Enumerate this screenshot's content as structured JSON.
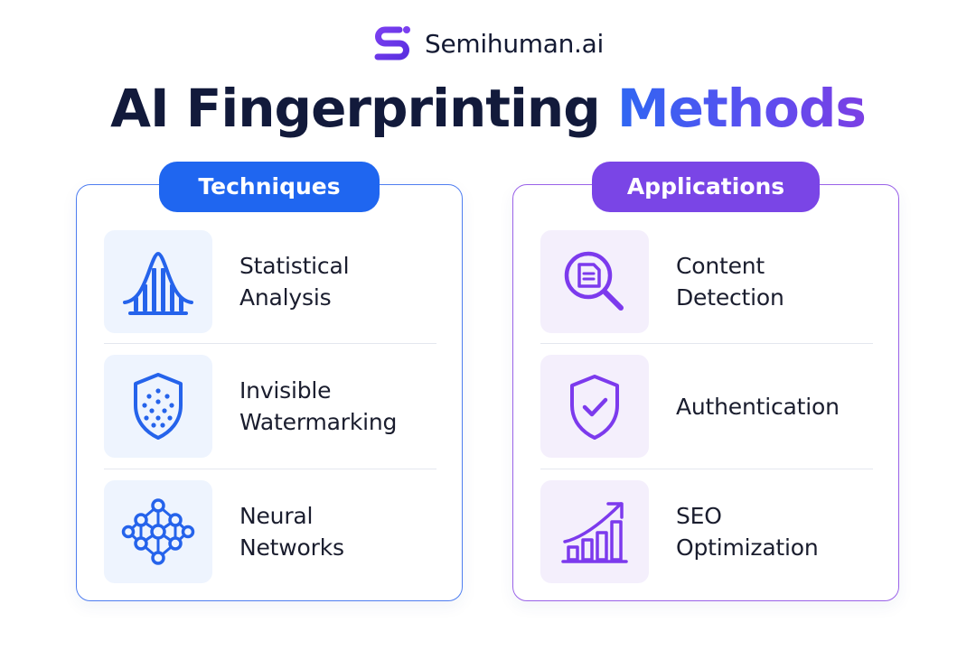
{
  "brand": {
    "name": "Semihuman.ai",
    "icon": "s-logo-icon",
    "color": "#6a3ff0"
  },
  "title": {
    "part1": "AI Fingerprinting",
    "part2": "Methods"
  },
  "colors": {
    "blue": "#1f66f0",
    "purple": "#7a45e6",
    "dark": "#121a3b"
  },
  "techniques": {
    "label": "Techniques",
    "items": [
      {
        "line1": "Statistical",
        "line2": "Analysis",
        "icon": "bell-curve-histogram-icon"
      },
      {
        "line1": "Invisible",
        "line2": "Watermarking",
        "icon": "dotted-shield-icon"
      },
      {
        "line1": "Neural",
        "line2": "Networks",
        "icon": "neural-network-icon"
      }
    ]
  },
  "applications": {
    "label": "Applications",
    "items": [
      {
        "line1": "Content",
        "line2": "Detection",
        "icon": "document-magnifier-icon"
      },
      {
        "line1": "Authentication",
        "line2": "",
        "icon": "check-shield-icon"
      },
      {
        "line1": "SEO",
        "line2": "Optimization",
        "icon": "growth-chart-icon"
      }
    ]
  }
}
